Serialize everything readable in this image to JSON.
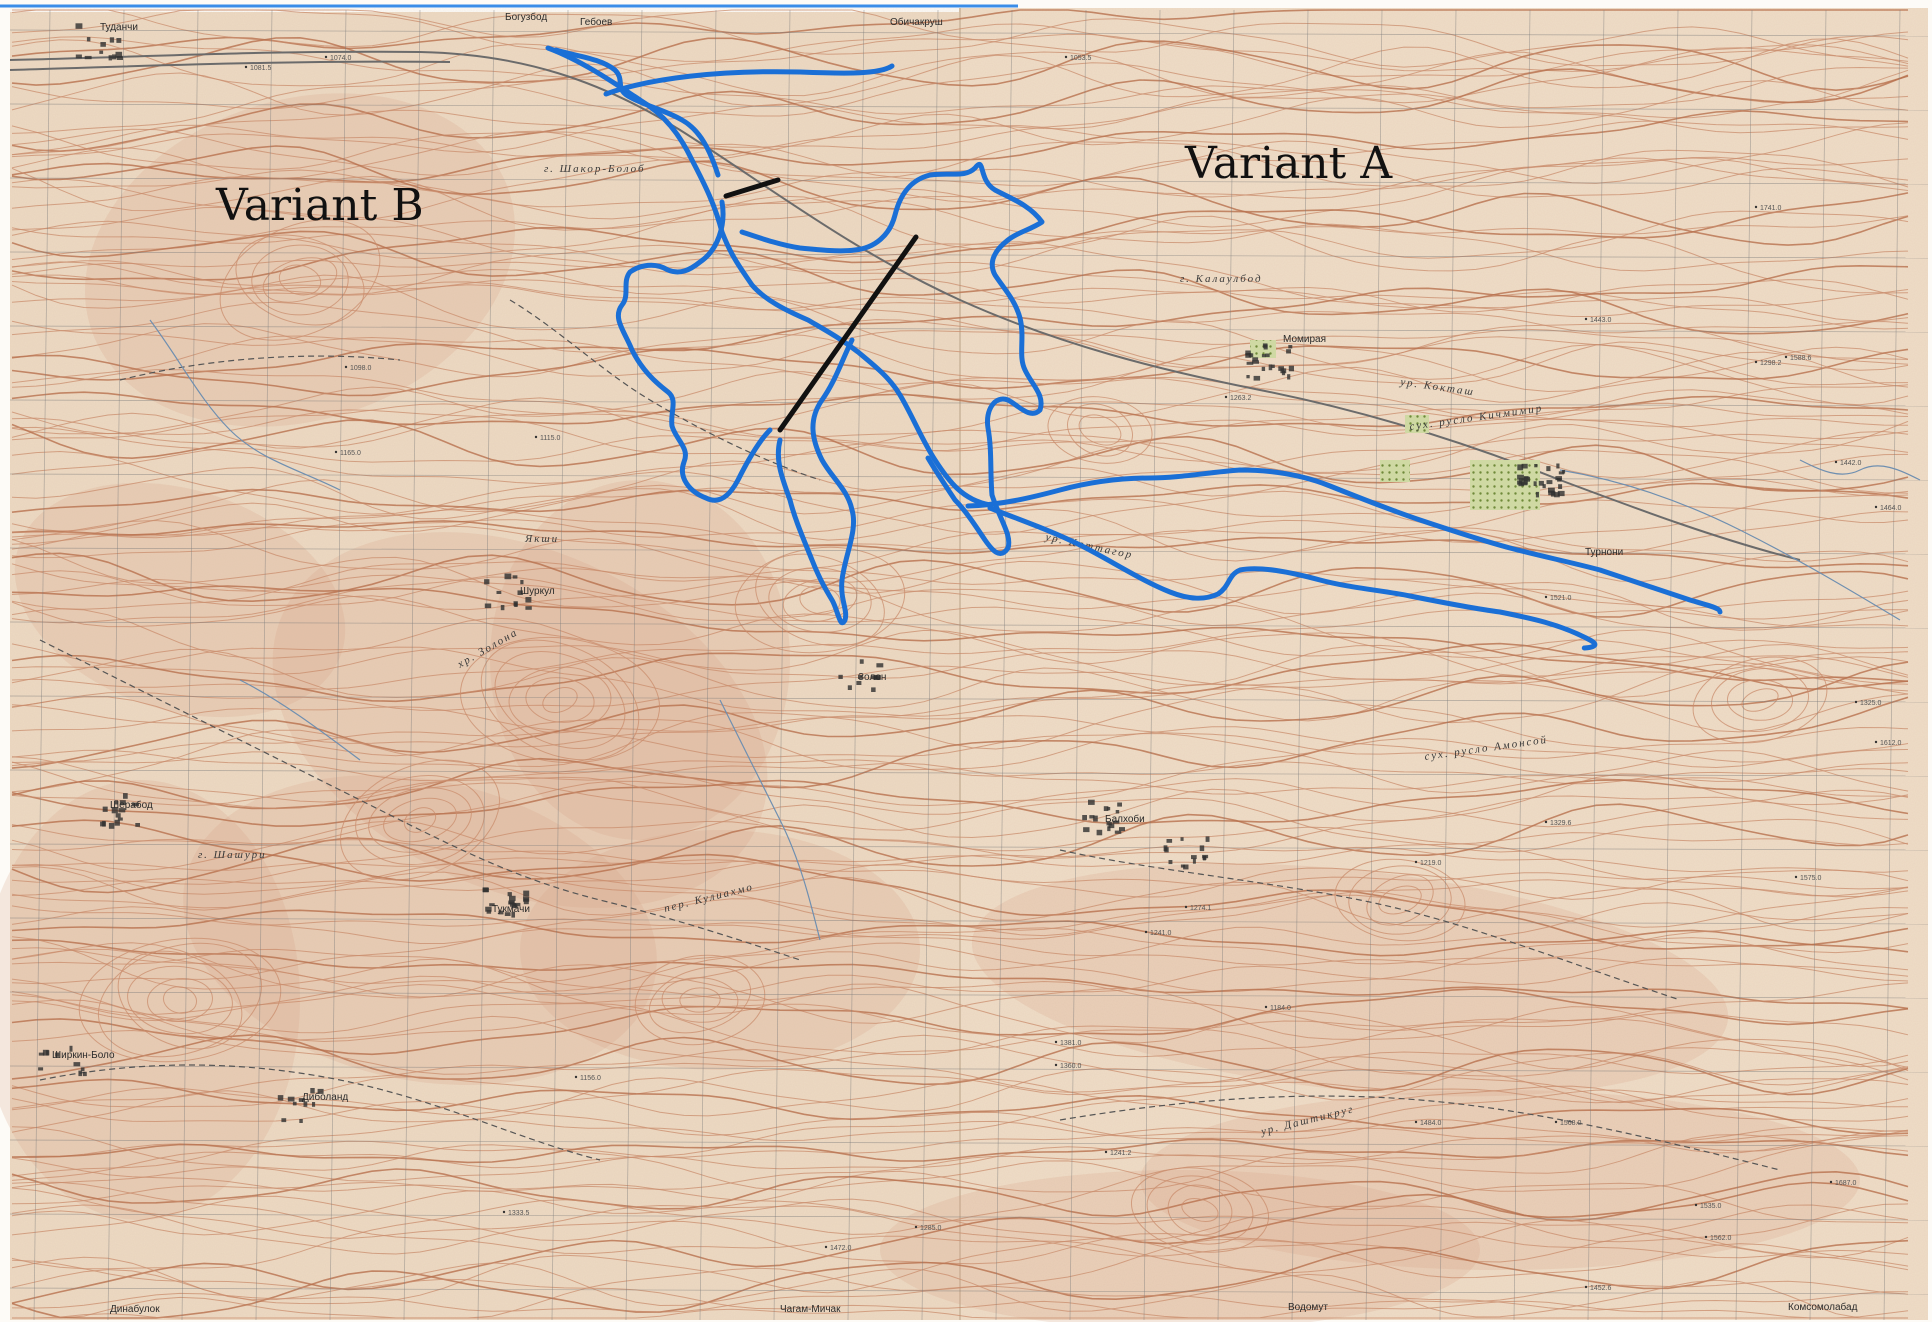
{
  "map": {
    "labels": {
      "variant_a": "Variant A",
      "variant_b": "Variant B"
    },
    "places": [
      {
        "id": "momiraya",
        "name": "Момирая"
      },
      {
        "id": "turnoni",
        "name": "Турнони"
      },
      {
        "id": "balkhobi",
        "name": "Балхоби"
      },
      {
        "id": "tukmachi",
        "name": "Тукмачи"
      },
      {
        "id": "sherobod",
        "name": "Шерабод"
      },
      {
        "id": "shurkul",
        "name": "Шуркул"
      },
      {
        "id": "diboland",
        "name": "Диболанд"
      },
      {
        "id": "tudanchi",
        "name": "Туданчи"
      },
      {
        "id": "gebolev",
        "name": "Гебоев"
      },
      {
        "id": "obichakhrud",
        "name": "Обичакруш"
      },
      {
        "id": "boguzbod",
        "name": "Богузбод"
      },
      {
        "id": "zolon",
        "name": "Золон"
      },
      {
        "id": "dinabulok",
        "name": "Динабулок"
      },
      {
        "id": "chagam",
        "name": "Чагам-Мичак"
      },
      {
        "id": "vodomut",
        "name": "Водомут"
      },
      {
        "id": "komsomolabad",
        "name": "Комсомолабад"
      },
      {
        "id": "shirkin",
        "name": "Ширкин-Боло"
      }
    ],
    "features": [
      {
        "id": "kattagor",
        "name": "ур. Каттагор"
      },
      {
        "id": "koktash",
        "name": "ур. Кокташ"
      },
      {
        "id": "dashtikrug",
        "name": "ур. Даштикруг"
      },
      {
        "id": "kulikhmo",
        "name": "пер. Кулиахмо"
      },
      {
        "id": "zolona",
        "name": "хр. Золона"
      },
      {
        "id": "yakshi",
        "name": "Якши"
      },
      {
        "id": "shakor",
        "name": "г. Шакор-Болоб"
      },
      {
        "id": "shashuri",
        "name": "г. Шашури"
      },
      {
        "id": "kalaulbod",
        "name": "г. Калаулбод"
      },
      {
        "id": "amonsoy",
        "name": "сух. русло Амонсой"
      },
      {
        "id": "kichchimir",
        "name": "сух. русло Кичмимир"
      }
    ],
    "elevations": [
      "1081.5",
      "1074.0",
      "1053.5",
      "1263.2",
      "1274.1",
      "1241.0",
      "1329.6",
      "1443.0",
      "1588.6",
      "1612.0",
      "1575.0",
      "1568.0",
      "1484.0",
      "1381.0",
      "1360.0",
      "1285.0",
      "1184.0",
      "1165.0",
      "1098.0",
      "1115.0",
      "1156.0",
      "1219.0",
      "1298.2",
      "1325.0",
      "1464.0",
      "1521.0",
      "1741.0",
      "1442.0",
      "1687.0",
      "1452.6",
      "1535.0",
      "1562.0",
      "1472.0",
      "1333.5",
      "1241.2"
    ],
    "colors": {
      "route": "#1a6fd6",
      "bridge": "#111111",
      "paper": "#f1dfc9",
      "contour": "#c98c6c"
    }
  }
}
